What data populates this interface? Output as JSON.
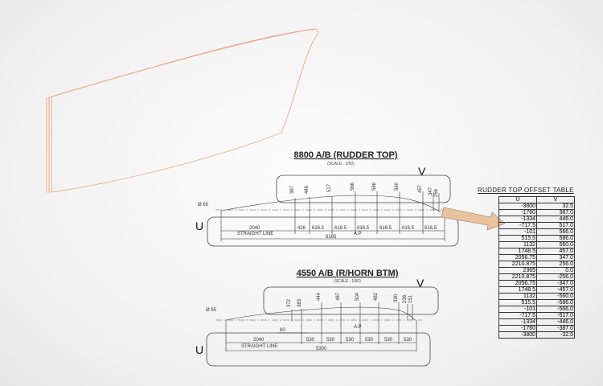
{
  "top_drawing": {
    "title": "8800 A/B (RUDDER TOP)",
    "scale": "(SCALE : 1/60)",
    "u_label": "U",
    "v_label": "V",
    "diameter": "Ø 65",
    "v_values": [
      "387",
      "446",
      "517",
      "566",
      "586",
      "560",
      "457",
      "347",
      "256"
    ],
    "dims": [
      "2040",
      "426",
      "616.5",
      "616.5",
      "616.5",
      "616.5",
      "616.5",
      "616.5"
    ],
    "straight_line": "STRAIGHT LINE",
    "total": "6165",
    "ap": "A.P"
  },
  "bottom_drawing": {
    "title": "4550 A/B (R/HORN BTM)",
    "scale": "(SCALE : 1/60)",
    "u_label": "U",
    "v_label": "V",
    "diameter": "Ø 65",
    "v_values": [
      "372",
      "383",
      "444",
      "487",
      "504",
      "482",
      "330",
      "238",
      "151"
    ],
    "dims": [
      "2040",
      "530",
      "530",
      "530",
      "530",
      "530",
      "530"
    ],
    "offset": "80",
    "straight_line": "STRAIGHT LINE",
    "total": "5300",
    "ap": "A.P"
  },
  "offset_table": {
    "title": "RUDDER TOP OFFSET TABLE",
    "headers": [
      "U",
      "V"
    ],
    "rows": [
      [
        "-3800",
        "32.5"
      ],
      [
        "-1760",
        "387.0"
      ],
      [
        "-1334",
        "446.0"
      ],
      [
        "-717.5",
        "517.0"
      ],
      [
        "-101",
        "566.0"
      ],
      [
        "515.5",
        "586.0"
      ],
      [
        "1132",
        "560.0"
      ],
      [
        "1748.5",
        "457.0"
      ],
      [
        "2056.75",
        "347.0"
      ],
      [
        "2210.875",
        "256.0"
      ],
      [
        "2365",
        "0.0"
      ],
      [
        "2210.875",
        "-256.0"
      ],
      [
        "2056.75",
        "-347.0"
      ],
      [
        "1748.5",
        "-457.0"
      ],
      [
        "1132",
        "-560.0"
      ],
      [
        "515.5",
        "-586.0"
      ],
      [
        "-101",
        "-566.0"
      ],
      [
        "-717.5",
        "-517.0"
      ],
      [
        "-1334",
        "-446.0"
      ],
      [
        "-1760",
        "-387.0"
      ],
      [
        "-3800",
        "-32.5"
      ]
    ]
  },
  "colors": {
    "wireframe": "#f0a584",
    "arrow": "#e8c39e"
  }
}
